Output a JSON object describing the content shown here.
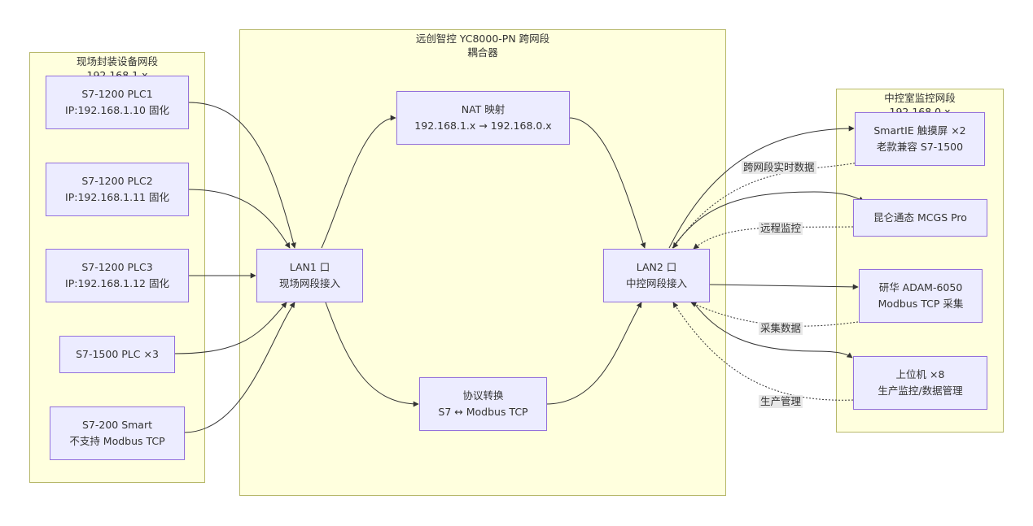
{
  "groups": {
    "field": {
      "title": "现场封装设备网段\n192.168.1.x"
    },
    "coupler": {
      "title": "远创智控 YC8000-PN 跨网段\n耦合器"
    },
    "control": {
      "title": "中控室监控网段\n192.168.0.x"
    }
  },
  "nodes": {
    "plc1": {
      "line1": "S7-1200 PLC1",
      "line2": "IP:192.168.1.10 固化"
    },
    "plc2": {
      "line1": "S7-1200 PLC2",
      "line2": "IP:192.168.1.11 固化"
    },
    "plc3": {
      "line1": "S7-1200 PLC3",
      "line2": "IP:192.168.1.12 固化"
    },
    "s71500": {
      "line1": "S7-1500 PLC ×3"
    },
    "s7200": {
      "line1": "S7-200 Smart",
      "line2": "不支持 Modbus TCP"
    },
    "lan1": {
      "line1": "LAN1 口",
      "line2": "现场网段接入"
    },
    "nat": {
      "line1": "NAT 映射",
      "line2": "192.168.1.x → 192.168.0.x"
    },
    "proto": {
      "line1": "协议转换",
      "line2": "S7 ↔ Modbus TCP"
    },
    "lan2": {
      "line1": "LAN2 口",
      "line2": "中控网段接入"
    },
    "smartie": {
      "line1": "SmartIE 触摸屏 ×2",
      "line2": "老款兼容 S7-1500"
    },
    "mcgs": {
      "line1": "昆仑通态 MCGS Pro"
    },
    "adam": {
      "line1": "研华 ADAM-6050",
      "line2": "Modbus TCP 采集"
    },
    "host": {
      "line1": "上位机 ×8",
      "line2": "生产监控/数据管理"
    }
  },
  "edge_labels": {
    "cross": "跨网段实时数据",
    "remote": "远程监控",
    "collect": "采集数据",
    "production": "生产管理"
  },
  "colors": {
    "group_fill": "#ffffde",
    "group_border": "#b7b86a",
    "node_fill": "#ececff",
    "node_border": "#9370db",
    "edge": "#333333",
    "label_bg": "#e8e8e8"
  }
}
